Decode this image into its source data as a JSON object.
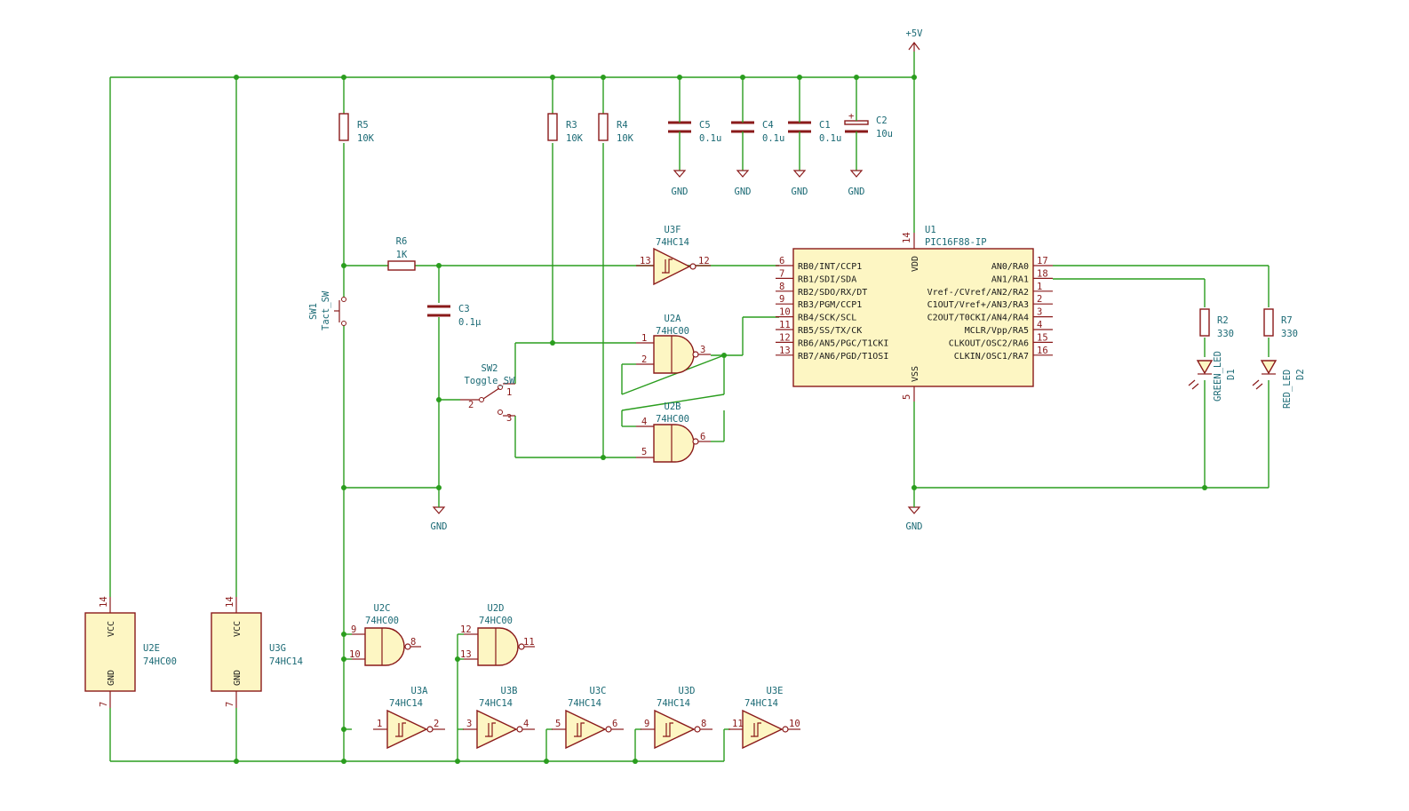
{
  "power": {
    "vcc": "+5V",
    "gnd": "GND"
  },
  "refs": {
    "R5": "R5",
    "R5v": "10K",
    "R3": "R3",
    "R3v": "10K",
    "R4": "R4",
    "R4v": "10K",
    "R6": "R6",
    "R6v": "1K",
    "R2": "R2",
    "R2v": "330",
    "R7": "R7",
    "R7v": "330",
    "C5": "C5",
    "C5v": "0.1u",
    "C4": "C4",
    "C4v": "0.1u",
    "C1": "C1",
    "C1v": "0.1u",
    "C2": "C2",
    "C2v": "10u",
    "C3": "C3",
    "C3v": "0.1μ",
    "SW1": "SW1",
    "SW1v": "Tact_SW",
    "SW2": "SW2",
    "SW2v": "Toggle_SW",
    "D1": "D1",
    "D1v": "GREEN_LED",
    "D2": "D2",
    "D2v": "RED_LED",
    "U1": "U1",
    "U1v": "PIC16F88-IP",
    "U3F": "U3F",
    "U2A": "U2A",
    "U2B": "U2B",
    "U2C": "U2C",
    "U2D": "U2D",
    "U2E": "U2E",
    "U3G": "U3G",
    "U3A": "U3A",
    "U3B": "U3B",
    "U3C": "U3C",
    "U3D": "U3D",
    "U3E": "U3E",
    "hc00": "74HC00",
    "hc14": "74HC14"
  },
  "pic_left": [
    {
      "num": "6",
      "name": "RB0/INT/CCP1"
    },
    {
      "num": "7",
      "name": "RB1/SDI/SDA"
    },
    {
      "num": "8",
      "name": "RB2/SDO/RX/DT"
    },
    {
      "num": "9",
      "name": "RB3/PGM/CCP1"
    },
    {
      "num": "10",
      "name": "RB4/SCK/SCL"
    },
    {
      "num": "11",
      "name": "RB5/SS/TX/CK"
    },
    {
      "num": "12",
      "name": "RB6/AN5/PGC/T1CKI"
    },
    {
      "num": "13",
      "name": "RB7/AN6/PGD/T1OSI"
    }
  ],
  "pic_right": [
    {
      "num": "17",
      "name": "AN0/RA0"
    },
    {
      "num": "18",
      "name": "AN1/RA1"
    },
    {
      "num": "1",
      "name": "Vref-/CVref/AN2/RA2"
    },
    {
      "num": "2",
      "name": "C1OUT/Vref+/AN3/RA3"
    },
    {
      "num": "3",
      "name": "C2OUT/T0CKI/AN4/RA4"
    },
    {
      "num": "4",
      "name": "MCLR/Vpp/RA5"
    },
    {
      "num": "15",
      "name": "CLKOUT/OSC2/RA6"
    },
    {
      "num": "16",
      "name": "CLKIN/OSC1/RA7"
    }
  ],
  "pic_power": {
    "vdd": "VDD",
    "vdd_num": "14",
    "vss": "VSS",
    "vss_num": "5"
  },
  "pins": {
    "u3f_in": "13",
    "u3f_out": "12",
    "u2a_1": "1",
    "u2a_2": "2",
    "u2a_3": "3",
    "u2b_4": "4",
    "u2b_5": "5",
    "u2b_6": "6",
    "u2c_9": "9",
    "u2c_10": "10",
    "u2c_8": "8",
    "u2d_12": "12",
    "u2d_13": "13",
    "u2d_11": "11",
    "u3a_in": "1",
    "u3a_out": "2",
    "u3b_in": "3",
    "u3b_out": "4",
    "u3c_in": "5",
    "u3c_out": "6",
    "u3d_in": "9",
    "u3d_out": "8",
    "u3e_in": "11",
    "u3e_out": "10",
    "sw2_1": "1",
    "sw2_2": "2",
    "sw2_3": "3",
    "vcc14": "14",
    "gnd7": "7",
    "vcc_lbl": "VCC",
    "gnd_lbl": "GND"
  }
}
